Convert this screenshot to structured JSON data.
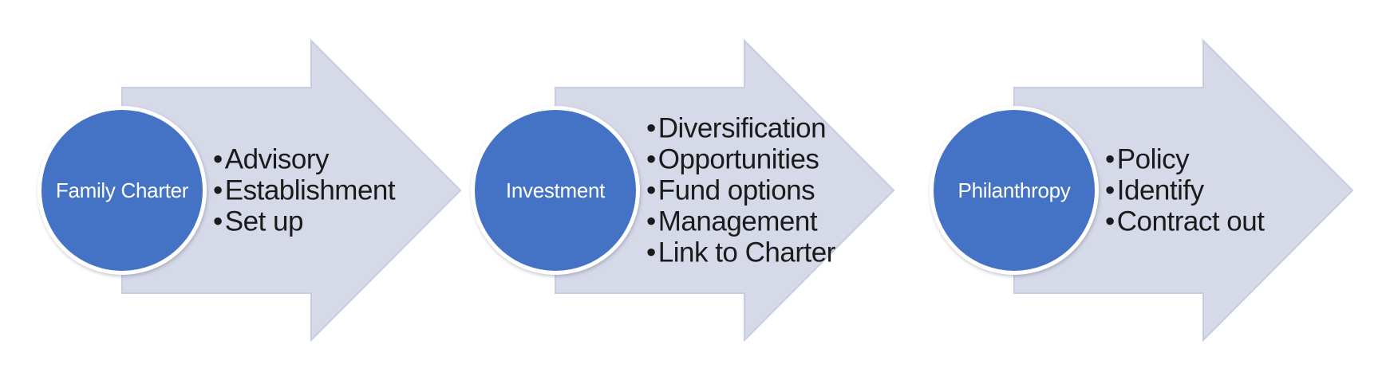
{
  "diagram": {
    "type": "process-arrow-list",
    "bullet_char": "•",
    "colors": {
      "circle_fill": "#4472C4",
      "circle_ring": "#FFFFFF",
      "circle_label_text": "#FFFFFF",
      "arrow_fill": "#D5D9E8",
      "arrow_outline": "#C6CCE2",
      "bullet_text": "#1B1B1B",
      "background": "#FFFFFF"
    },
    "steps": [
      {
        "label": "Family Charter",
        "bullets": [
          "Advisory",
          "Establishment",
          "Set up"
        ]
      },
      {
        "label": "Investment",
        "bullets": [
          "Diversification",
          "Opportunities",
          "Fund options",
          "Management",
          "Link to Charter"
        ]
      },
      {
        "label": "Philanthropy",
        "bullets": [
          "Policy",
          "Identify",
          "Contract out"
        ]
      }
    ]
  }
}
